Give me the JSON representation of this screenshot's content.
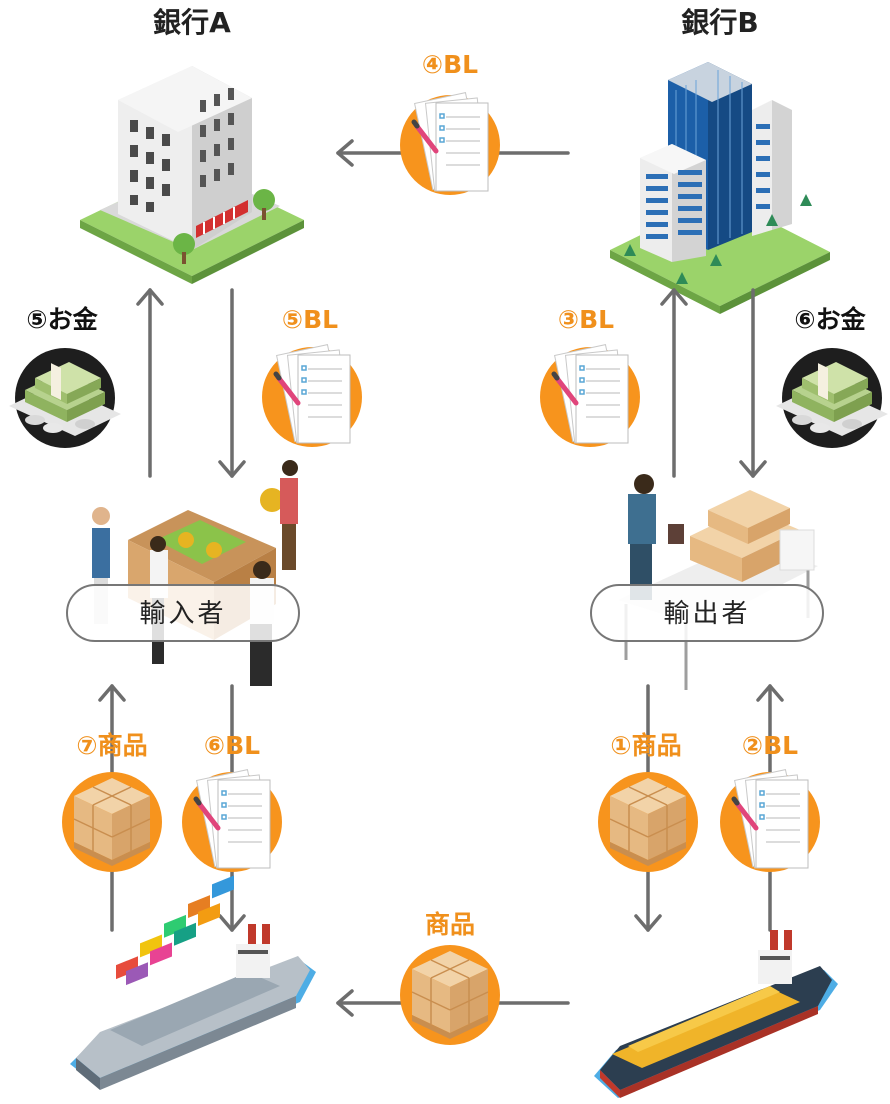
{
  "bank_a": {
    "title": "銀行A"
  },
  "bank_b": {
    "title": "銀行B"
  },
  "importer": {
    "label": "輸入者"
  },
  "exporter": {
    "label": "輸出者"
  },
  "steps": {
    "s1": "①商品",
    "s2": "②BL",
    "s3": "③BL",
    "s4": "④BL",
    "s5_money": "⑤お金",
    "s5_bl": "⑤BL",
    "s6_money": "⑥お金",
    "s6_bl": "⑥BL",
    "s7": "⑦商品",
    "ship_goods": "商品"
  },
  "colors": {
    "accent": "#f7941d",
    "arrow": "#6d6d6d",
    "money_circle": "#1e1e1e",
    "label_pill_border": "#777777"
  }
}
